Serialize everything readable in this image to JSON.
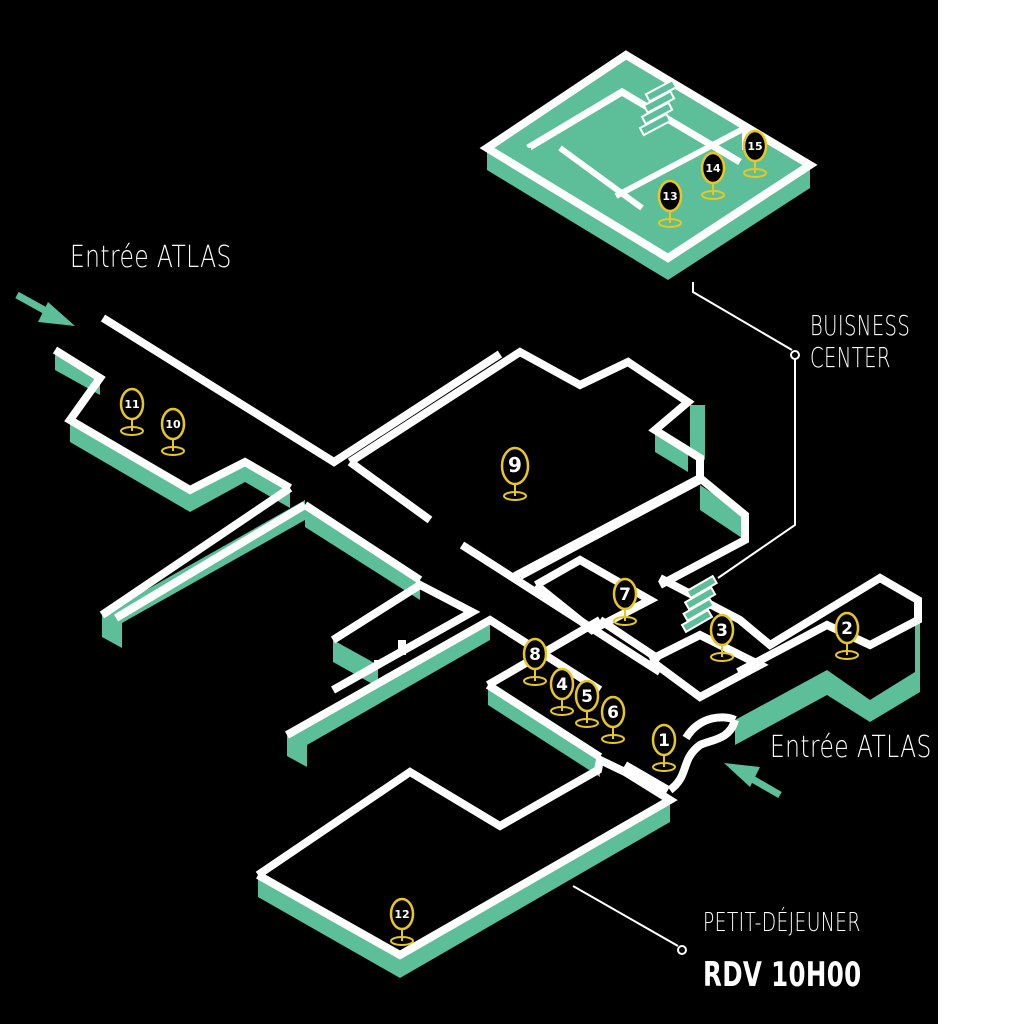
{
  "map": {
    "labels": {
      "entree_top": "Entrée ATLAS",
      "entree_right": "Entrée ATLAS",
      "business_center": "BUISNESS\nCENTER",
      "petit_dejeuner": "PETIT-DÉJEUNER",
      "rdv": "RDV 10H00"
    },
    "pins": [
      "1",
      "2",
      "3",
      "4",
      "5",
      "6",
      "7",
      "8",
      "9",
      "10",
      "11",
      "12",
      "13",
      "14",
      "15"
    ],
    "colors": {
      "background": "#000000",
      "wall": "#ffffff",
      "wall_side": "#5dbf9a",
      "pin": "#e8c81e",
      "arrow": "#5dbf9a"
    },
    "icons": [
      "arrow-icon",
      "stairs-icon",
      "location-pin-icon"
    ]
  }
}
